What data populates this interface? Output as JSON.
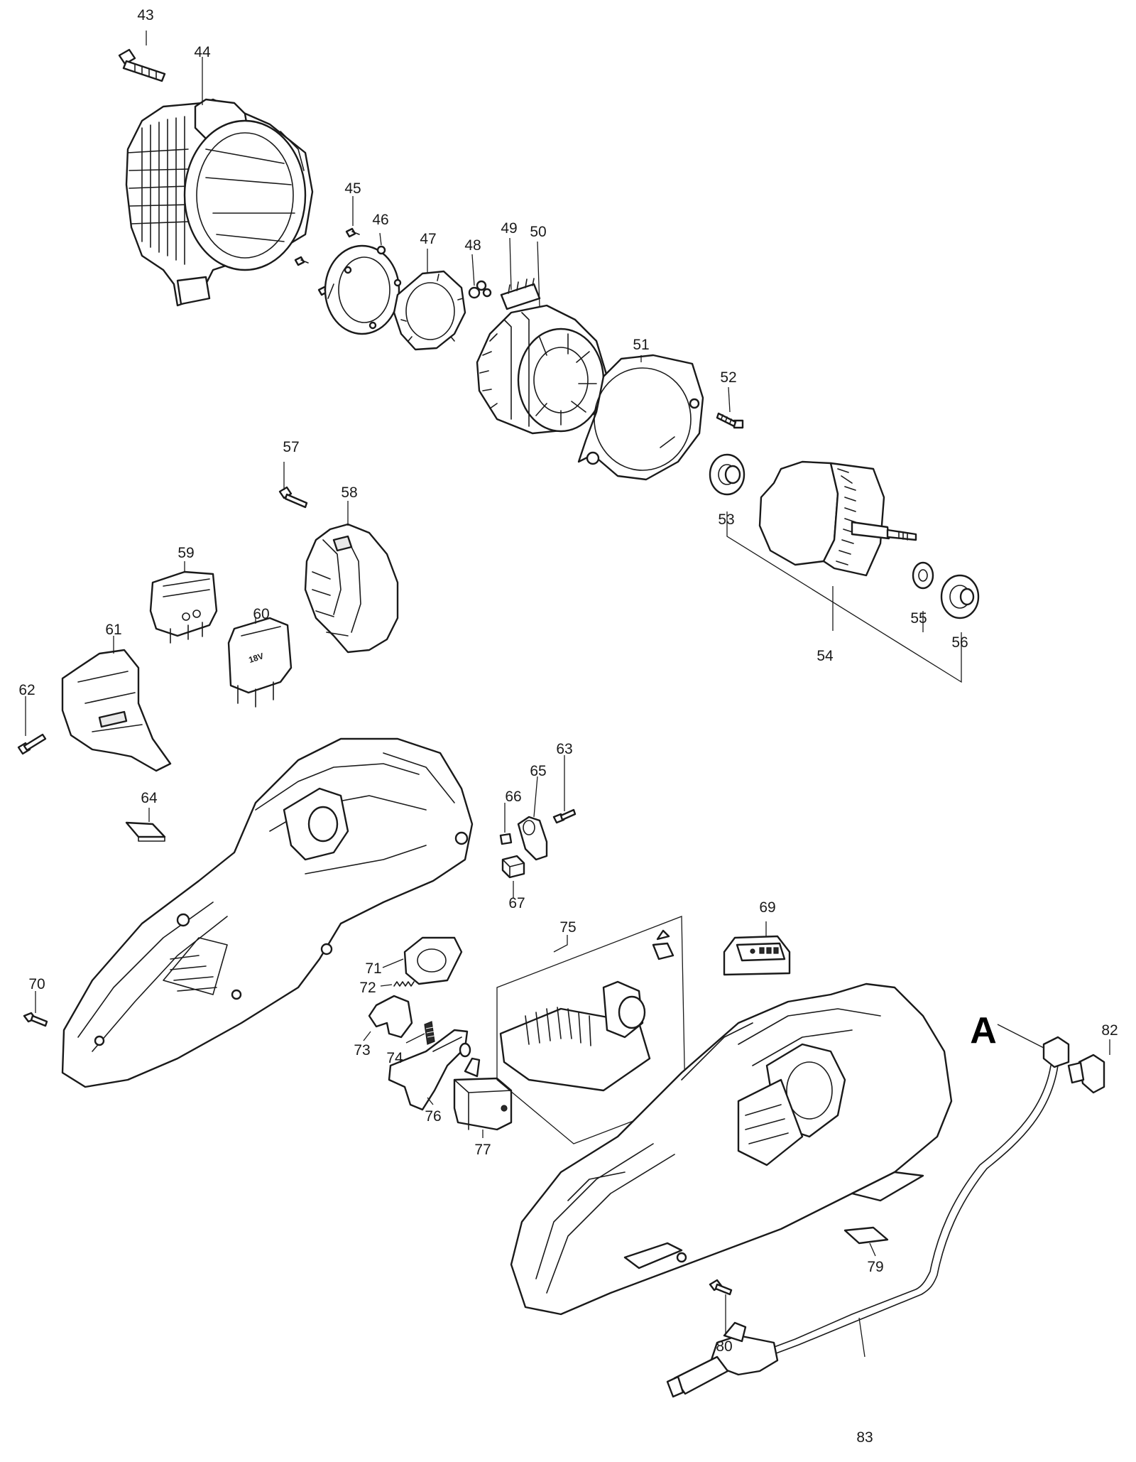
{
  "callouts": [
    "43",
    "44",
    "45",
    "46",
    "47",
    "48",
    "49",
    "50",
    "51",
    "52",
    "53",
    "54",
    "55",
    "56",
    "57",
    "58",
    "59",
    "60",
    "61",
    "62",
    "63",
    "64",
    "65",
    "66",
    "67",
    "69",
    "70",
    "71",
    "72",
    "73",
    "74",
    "75",
    "76",
    "77",
    "79",
    "80",
    "82",
    "83"
  ],
  "ref_mark": "A",
  "part_markings": {
    "battery_terminal_voltage": "18V"
  }
}
